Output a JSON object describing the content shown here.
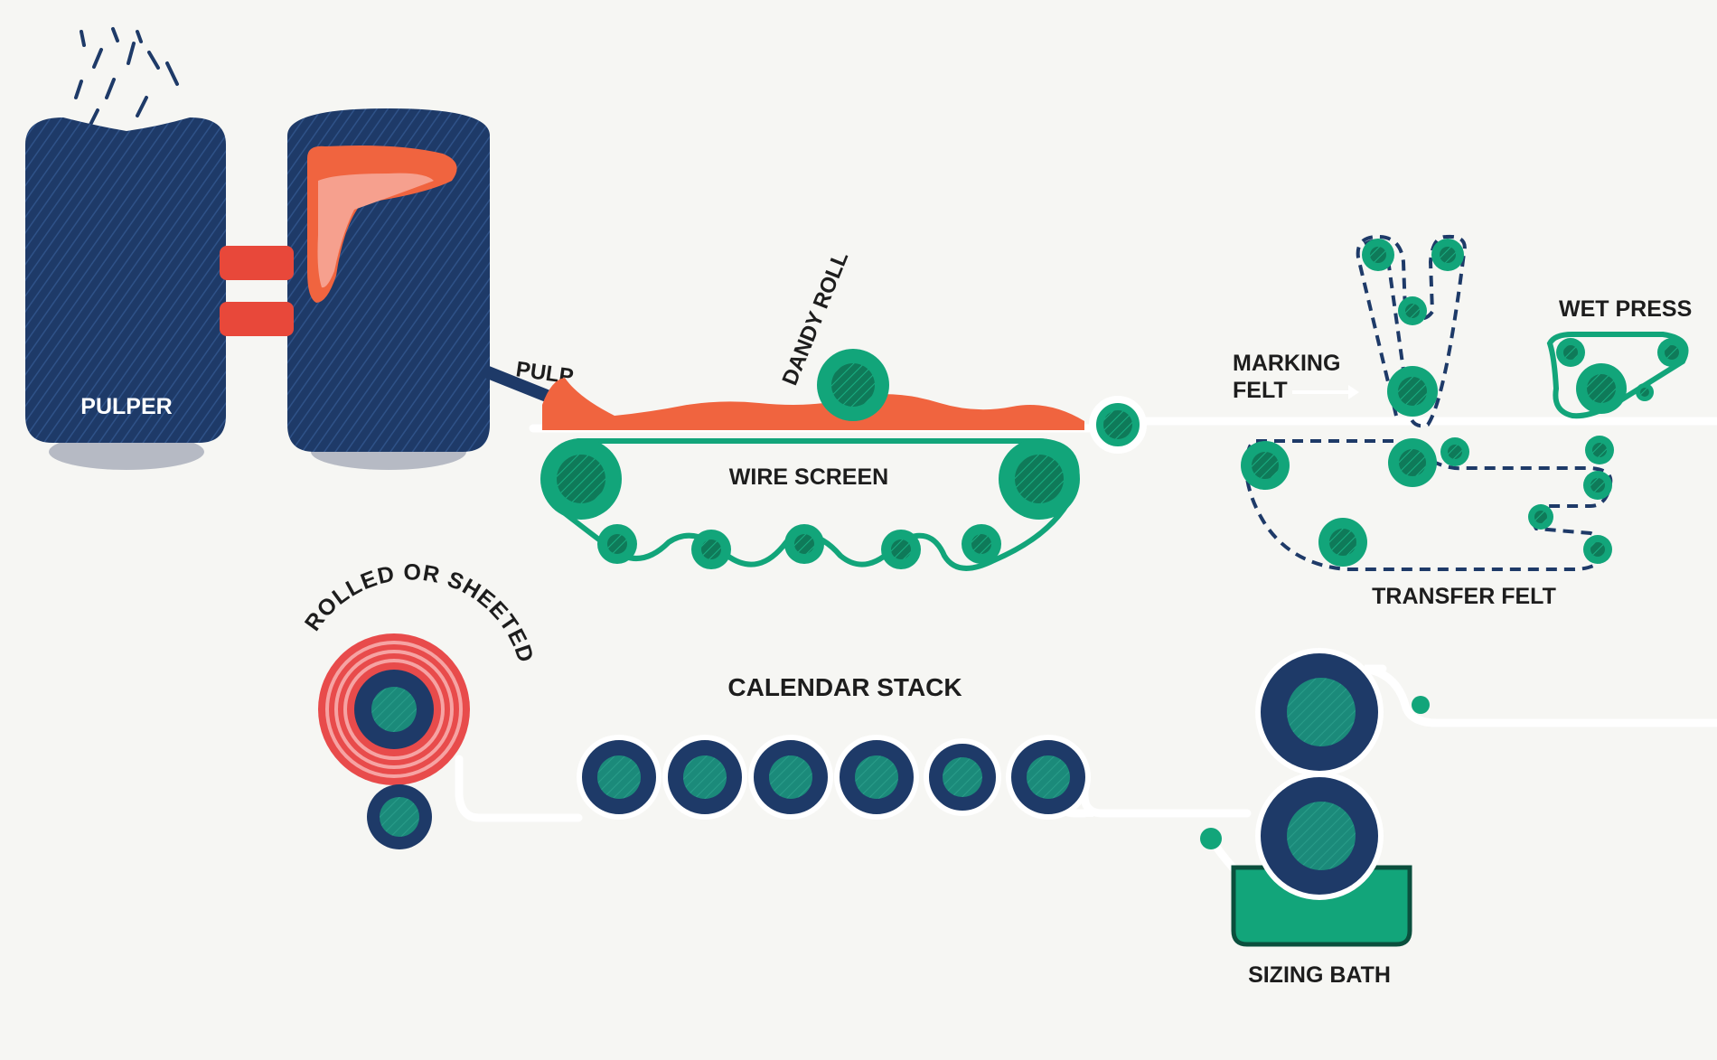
{
  "labels": {
    "pulper": "PULPER",
    "pulp": "PULP",
    "dandy_roll": "DANDY ROLL",
    "wire_screen": "WIRE SCREEN",
    "marking_felt_line1": "MARKING",
    "marking_felt_line2": "FELT",
    "wet_press": "WET PRESS",
    "transfer_felt": "TRANSFER FELT",
    "rolled_or_sheeted": "ROLLED OR SHEETED",
    "calendar_stack": "CALENDAR STACK",
    "sizing_bath": "SIZING BATH"
  },
  "colors": {
    "background": "#f6f6f3",
    "navy": "#1e3a68",
    "green": "#12a57a",
    "green_dark": "#0d6b4e",
    "pulp_orange": "#f0643f",
    "pulp_light": "#f6a08e",
    "connector_red": "#e8483a",
    "reel_red": "#e84b4b",
    "text": "#1d1d1d",
    "paper_line": "#ffffff"
  },
  "icons": {
    "fiber_chips": "falling-fibers-icon",
    "connector": "pipe-connector-icon",
    "roller": "roller-icon",
    "reel": "paper-reel-icon"
  }
}
